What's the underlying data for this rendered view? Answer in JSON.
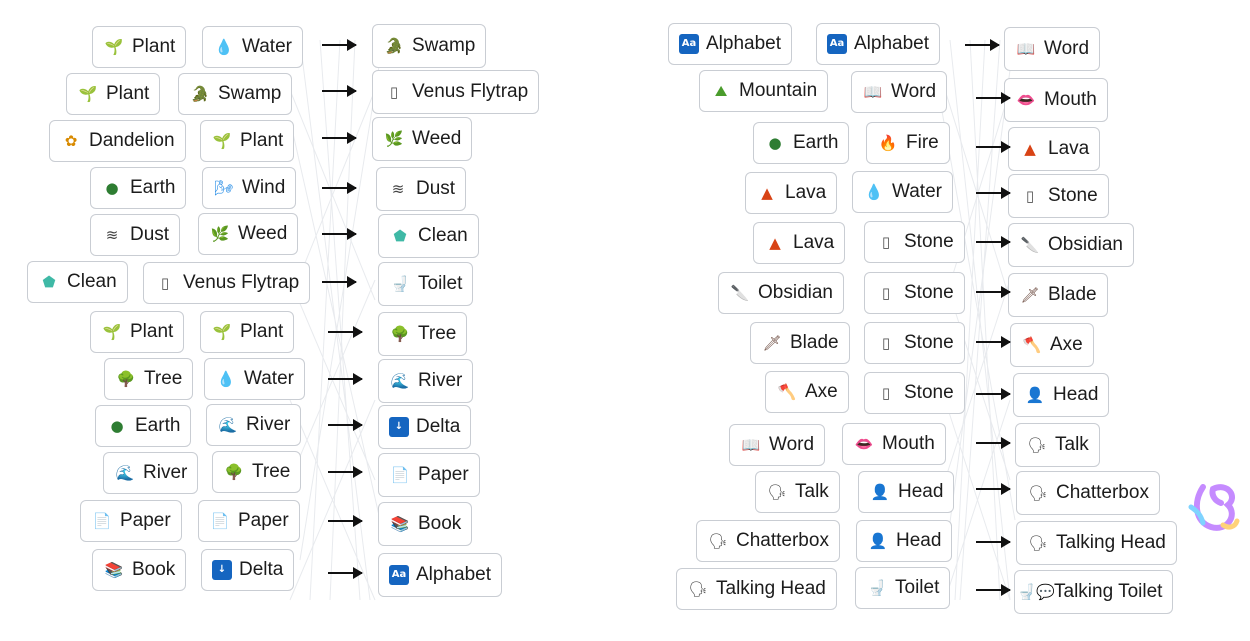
{
  "icons": {
    "plant": {
      "name": "seedling-icon",
      "glyph": "🌱",
      "color": "#4a9c2c"
    },
    "water": {
      "name": "droplet-icon",
      "glyph": "💧",
      "color": "#1e88e5"
    },
    "swamp": {
      "name": "crocodile-icon",
      "glyph": "🐊",
      "color": "#3a8a2a"
    },
    "venus": {
      "name": "venus-flytrap-icon",
      "glyph": "▯",
      "color": "#555555"
    },
    "dandelion": {
      "name": "flower-icon",
      "glyph": "✿",
      "color": "#d88a00"
    },
    "weed": {
      "name": "herb-icon",
      "glyph": "🌿",
      "color": "#3a8a2a"
    },
    "earth": {
      "name": "globe-icon",
      "glyph": "●",
      "color": "#2e7d32"
    },
    "wind": {
      "name": "wind-icon",
      "glyph": "🌬",
      "color": "#1e88e5"
    },
    "dust": {
      "name": "dust-waves-icon",
      "glyph": "≋",
      "color": "#444444"
    },
    "clean": {
      "name": "soap-icon",
      "glyph": "⬟",
      "color": "#3fb9a6"
    },
    "toilet": {
      "name": "toilet-icon",
      "glyph": "🚽",
      "color": "#333333"
    },
    "tree": {
      "name": "tree-icon",
      "glyph": "🌳",
      "color": "#2e7d32"
    },
    "river": {
      "name": "wave-icon",
      "glyph": "🌊",
      "color": "#1e88e5"
    },
    "delta": {
      "name": "down-arrow-box-icon",
      "glyph": "↓",
      "color": "#1565c0"
    },
    "paper": {
      "name": "page-icon",
      "glyph": "📄",
      "color": "#666666"
    },
    "book": {
      "name": "books-icon",
      "glyph": "📚",
      "color": "#c0392b"
    },
    "alphabet": {
      "name": "abcd-icon",
      "glyph": "Aa",
      "color": "#1565c0"
    },
    "word": {
      "name": "open-book-icon",
      "glyph": "📖",
      "color": "#333333"
    },
    "mountain": {
      "name": "mountain-icon",
      "glyph": "⛰",
      "color": "#4a9c2c"
    },
    "mouth": {
      "name": "lips-icon",
      "glyph": "👄",
      "color": "#d32f2f"
    },
    "fire": {
      "name": "fire-icon",
      "glyph": "🔥",
      "color": "#f57c00"
    },
    "lava": {
      "name": "volcano-icon",
      "glyph": "▲",
      "color": "#d84315"
    },
    "stone": {
      "name": "rock-icon",
      "glyph": "▯",
      "color": "#555555"
    },
    "obsidian": {
      "name": "knife-icon",
      "glyph": "🔪",
      "color": "#6d4c41"
    },
    "blade": {
      "name": "sword-icon",
      "glyph": "🗡",
      "color": "#6d4c41"
    },
    "axe": {
      "name": "axe-icon",
      "glyph": "🪓",
      "color": "#d84315"
    },
    "head": {
      "name": "person-icon",
      "glyph": "👤",
      "color": "#8e44ad"
    },
    "talk": {
      "name": "speaking-head-icon",
      "glyph": "🗣",
      "color": "#333333"
    },
    "tt": {
      "name": "toilet-speech-icon",
      "glyph": "🚽💬",
      "color": "#333333"
    }
  },
  "recipes": [
    {
      "a": {
        "label": "Plant",
        "icon": "plant"
      },
      "b": {
        "label": "Water",
        "icon": "water"
      },
      "r": {
        "label": "Swamp",
        "icon": "swamp"
      }
    },
    {
      "a": {
        "label": "Plant",
        "icon": "plant"
      },
      "b": {
        "label": "Swamp",
        "icon": "swamp"
      },
      "r": {
        "label": "Venus Flytrap",
        "icon": "venus"
      }
    },
    {
      "a": {
        "label": "Dandelion",
        "icon": "dandelion"
      },
      "b": {
        "label": "Plant",
        "icon": "plant"
      },
      "r": {
        "label": "Weed",
        "icon": "weed"
      }
    },
    {
      "a": {
        "label": "Earth",
        "icon": "earth"
      },
      "b": {
        "label": "Wind",
        "icon": "wind"
      },
      "r": {
        "label": "Dust",
        "icon": "dust"
      }
    },
    {
      "a": {
        "label": "Dust",
        "icon": "dust"
      },
      "b": {
        "label": "Weed",
        "icon": "weed"
      },
      "r": {
        "label": "Clean",
        "icon": "clean"
      }
    },
    {
      "a": {
        "label": "Clean",
        "icon": "clean"
      },
      "b": {
        "label": "Venus Flytrap",
        "icon": "venus"
      },
      "r": {
        "label": "Toilet",
        "icon": "toilet"
      }
    },
    {
      "a": {
        "label": "Plant",
        "icon": "plant"
      },
      "b": {
        "label": "Plant",
        "icon": "plant"
      },
      "r": {
        "label": "Tree",
        "icon": "tree"
      }
    },
    {
      "a": {
        "label": "Tree",
        "icon": "tree"
      },
      "b": {
        "label": "Water",
        "icon": "water"
      },
      "r": {
        "label": "River",
        "icon": "river"
      }
    },
    {
      "a": {
        "label": "Earth",
        "icon": "earth"
      },
      "b": {
        "label": "River",
        "icon": "river"
      },
      "r": {
        "label": "Delta",
        "icon": "delta"
      }
    },
    {
      "a": {
        "label": "River",
        "icon": "river"
      },
      "b": {
        "label": "Tree",
        "icon": "tree"
      },
      "r": {
        "label": "Paper",
        "icon": "paper"
      }
    },
    {
      "a": {
        "label": "Paper",
        "icon": "paper"
      },
      "b": {
        "label": "Paper",
        "icon": "paper"
      },
      "r": {
        "label": "Book",
        "icon": "book"
      }
    },
    {
      "a": {
        "label": "Book",
        "icon": "book"
      },
      "b": {
        "label": "Delta",
        "icon": "delta"
      },
      "r": {
        "label": "Alphabet",
        "icon": "alphabet"
      }
    },
    {
      "a": {
        "label": "Alphabet",
        "icon": "alphabet"
      },
      "b": {
        "label": "Alphabet",
        "icon": "alphabet"
      },
      "r": {
        "label": "Word",
        "icon": "word"
      }
    },
    {
      "a": {
        "label": "Mountain",
        "icon": "mountain"
      },
      "b": {
        "label": "Word",
        "icon": "word"
      },
      "r": {
        "label": "Mouth",
        "icon": "mouth"
      }
    },
    {
      "a": {
        "label": "Earth",
        "icon": "earth"
      },
      "b": {
        "label": "Fire",
        "icon": "fire"
      },
      "r": {
        "label": "Lava",
        "icon": "lava"
      }
    },
    {
      "a": {
        "label": "Lava",
        "icon": "lava"
      },
      "b": {
        "label": "Water",
        "icon": "water"
      },
      "r": {
        "label": "Stone",
        "icon": "stone"
      }
    },
    {
      "a": {
        "label": "Lava",
        "icon": "lava"
      },
      "b": {
        "label": "Stone",
        "icon": "stone"
      },
      "r": {
        "label": "Obsidian",
        "icon": "obsidian"
      }
    },
    {
      "a": {
        "label": "Obsidian",
        "icon": "obsidian"
      },
      "b": {
        "label": "Stone",
        "icon": "stone"
      },
      "r": {
        "label": "Blade",
        "icon": "blade"
      }
    },
    {
      "a": {
        "label": "Blade",
        "icon": "blade"
      },
      "b": {
        "label": "Stone",
        "icon": "stone"
      },
      "r": {
        "label": "Axe",
        "icon": "axe"
      }
    },
    {
      "a": {
        "label": "Axe",
        "icon": "axe"
      },
      "b": {
        "label": "Stone",
        "icon": "stone"
      },
      "r": {
        "label": "Head",
        "icon": "head"
      }
    },
    {
      "a": {
        "label": "Word",
        "icon": "word"
      },
      "b": {
        "label": "Mouth",
        "icon": "mouth"
      },
      "r": {
        "label": "Talk",
        "icon": "talk"
      }
    },
    {
      "a": {
        "label": "Talk",
        "icon": "talk"
      },
      "b": {
        "label": "Head",
        "icon": "head"
      },
      "r": {
        "label": "Chatterbox",
        "icon": "talk"
      }
    },
    {
      "a": {
        "label": "Chatterbox",
        "icon": "talk"
      },
      "b": {
        "label": "Head",
        "icon": "head"
      },
      "r": {
        "label": "Talking Head",
        "icon": "talk"
      }
    },
    {
      "a": {
        "label": "Talking Head",
        "icon": "talk"
      },
      "b": {
        "label": "Toilet",
        "icon": "toilet"
      },
      "r": {
        "label": "Talking Toilet",
        "icon": "tt"
      }
    }
  ],
  "logo": {
    "name": "brand-logo-icon",
    "colors": [
      "#ff8fd0",
      "#b68cff",
      "#7fd3ff",
      "#ffd27a"
    ]
  }
}
